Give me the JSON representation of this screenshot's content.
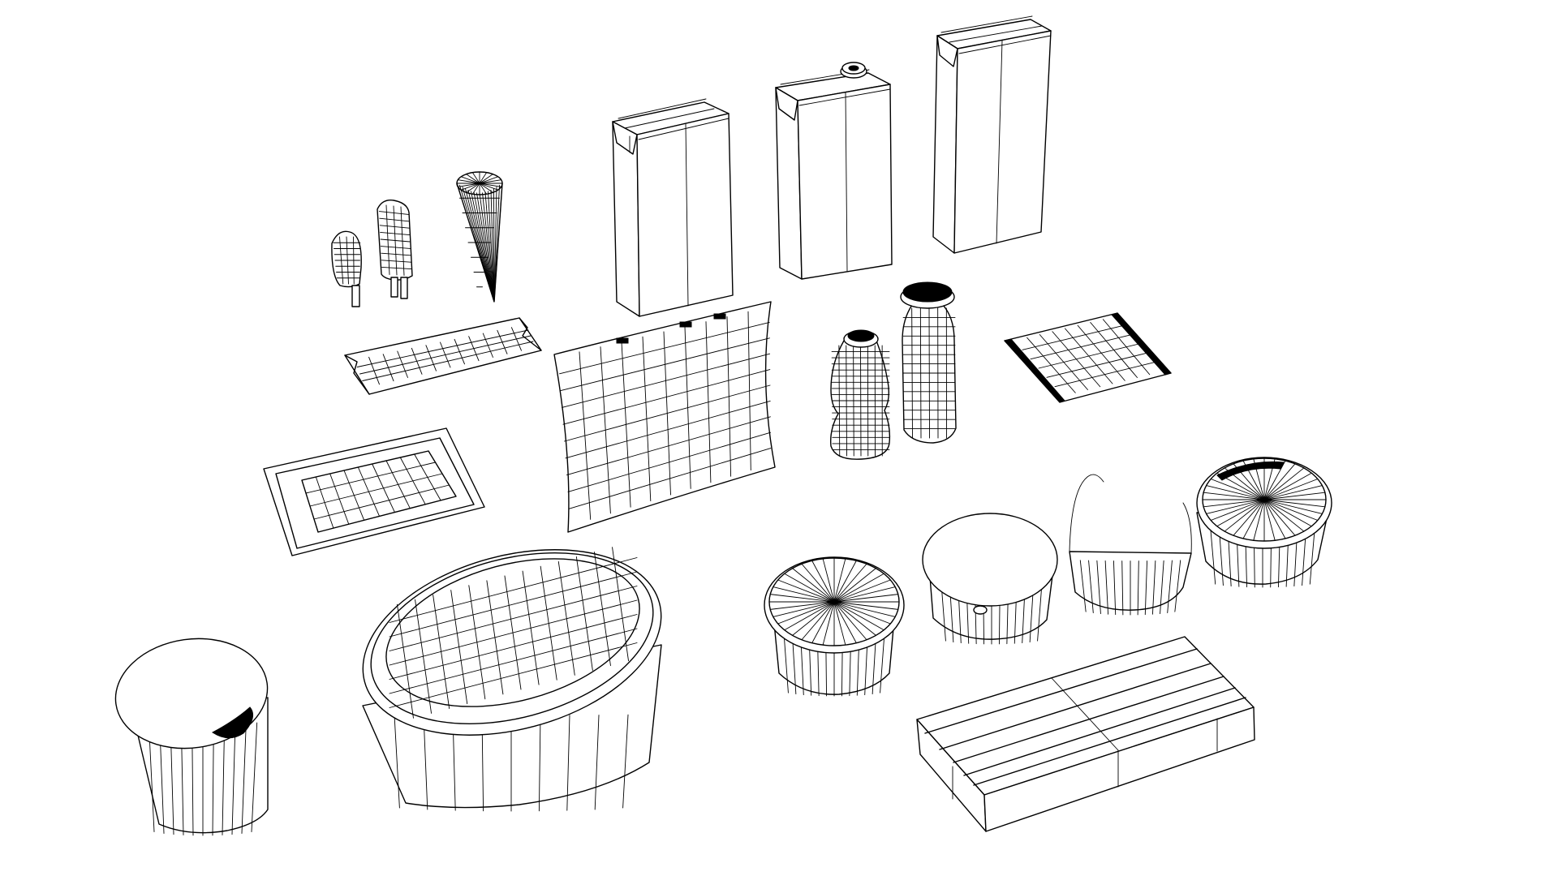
{
  "scene": {
    "background": "#ffffff",
    "line_color": "#000000",
    "style": "wireframe",
    "objects": [
      {
        "id": "popsicle-small",
        "icon": "popsicle-icon"
      },
      {
        "id": "popsicle-tall",
        "icon": "popsicle-icon"
      },
      {
        "id": "ice-cream-cone",
        "icon": "cone-icon"
      },
      {
        "id": "juice-carton-left",
        "icon": "carton-icon"
      },
      {
        "id": "juice-carton-cap",
        "icon": "carton-icon"
      },
      {
        "id": "juice-carton-right",
        "icon": "carton-icon"
      },
      {
        "id": "snack-bar-wrapper",
        "icon": "wrapper-icon"
      },
      {
        "id": "pillow-bag",
        "icon": "bag-icon"
      },
      {
        "id": "small-bottle",
        "icon": "bottle-icon"
      },
      {
        "id": "tall-bottle",
        "icon": "bottle-icon"
      },
      {
        "id": "butter-pack",
        "icon": "pack-icon"
      },
      {
        "id": "tray-container",
        "icon": "tray-icon"
      },
      {
        "id": "yogurt-cup",
        "icon": "cup-icon"
      },
      {
        "id": "oval-tub",
        "icon": "tub-icon"
      },
      {
        "id": "round-tub-ribbed-lid",
        "icon": "tub-icon"
      },
      {
        "id": "round-cup-foil-lid",
        "icon": "cup-icon"
      },
      {
        "id": "round-cup-open-lid",
        "icon": "cup-icon"
      },
      {
        "id": "round-tub-right",
        "icon": "tub-icon"
      },
      {
        "id": "long-box",
        "icon": "box-icon"
      }
    ]
  }
}
